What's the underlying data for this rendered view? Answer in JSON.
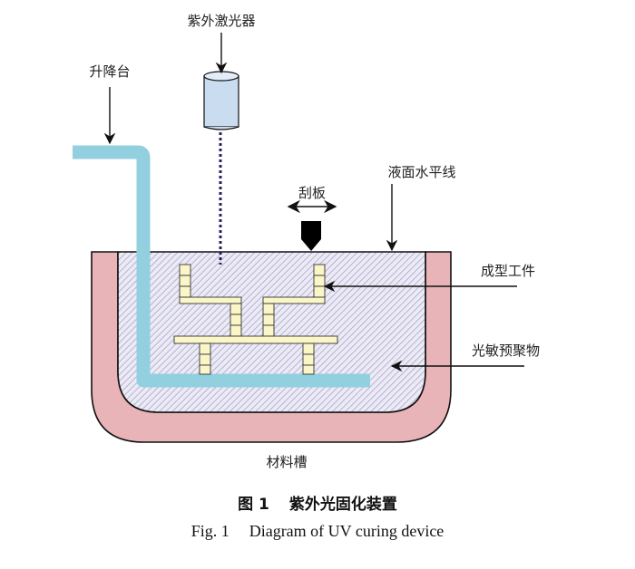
{
  "figure": {
    "labels": {
      "uv_laser": "紫外激光器",
      "lift_platform": "升降台",
      "scraper": "刮板",
      "liquid_level": "液面水平线",
      "formed_part": "成型工件",
      "photopolymer": "光敏预聚物",
      "material_tank": "材料槽"
    },
    "caption": {
      "cn_number": "图 1",
      "cn_title": "紫外光固化装置",
      "en_number": "Fig. 1",
      "en_title": "Diagram of UV curing device"
    },
    "colors": {
      "tank_wall": "#e8b4b8",
      "resin_hatch": "#a8a4cc",
      "resin_bg": "#ecebf5",
      "platform": "#92cfdf",
      "laser_body": "#c9dcf0",
      "part_fill": "#fbf6c8",
      "outline": "#111111",
      "beam": "#2a2060"
    }
  }
}
